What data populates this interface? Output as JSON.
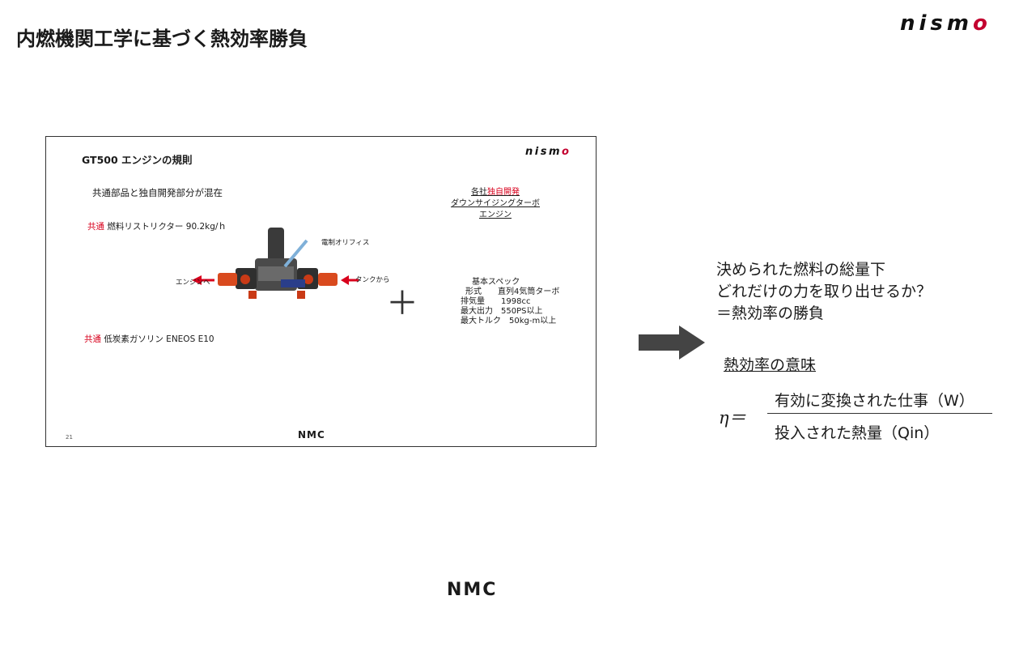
{
  "page": {
    "title": "内燃機関工学に基づく熱効率勝負",
    "brand_logo": "nismo",
    "footer_logo": "NMC"
  },
  "slide": {
    "title": "GT500 エンジンの規則",
    "logo": "nismo",
    "intro": "共通部品と独自開発部分が混在",
    "restrictor": {
      "tag": "共通",
      "text": "燃料リストリクター 90.2kg/ｈ"
    },
    "fuel": {
      "tag": "共通",
      "text": "低炭素ガソリン ENEOS E10"
    },
    "callouts": {
      "orifice": "電制オリフィス",
      "to_engine": "エンジンへ",
      "from_tank": "タンクから"
    },
    "plus": "＋",
    "engine": {
      "line1_prefix": "各社",
      "line1_highlight": "独自開発",
      "line2": "ダウンサイジングターボ",
      "line3": "エンジン"
    },
    "spec": {
      "heading": "基本スペック",
      "rows": [
        "形式　　直列4気筒ターボ",
        "排気量　　1998cc",
        "最大出力　550PS以上",
        "最大トルク　50kg-m以上"
      ]
    },
    "page_number": "21",
    "footer_logo": "NMC"
  },
  "explanation": {
    "line1": "決められた燃料の総量下",
    "line2": "どれだけの力を取り出せるか？",
    "line3": "＝熱効率の勝負",
    "meaning_heading": "熱効率の意味",
    "eta": "η＝",
    "numerator": "有効に変換された仕事（W）",
    "denominator": "投入された熱量（Qin）"
  },
  "colors": {
    "accent_red": "#d8001c",
    "nismo_red": "#c3002f",
    "arrow_gray": "#444444"
  }
}
